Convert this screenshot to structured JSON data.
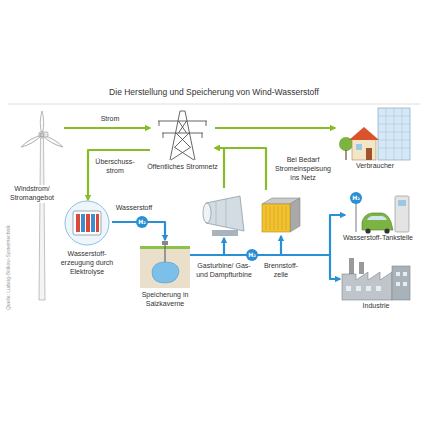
{
  "diagram": {
    "title": "Die Herstellung und Speicherung von Wind-Wasserstoff",
    "nodes": [
      {
        "text": [
          "Windstrom/ Stromangebot"
        ]
      },
      {
        "text": [
          "Öffentliches Stromnetz"
        ]
      },
      {
        "text": [
          "Verbraucher"
        ]
      },
      {
        "text": [
          "Wasserstoff- erzeugung durch Elektrolyse"
        ]
      },
      {
        "text": [
          "Speicherung in Salzkaverne"
        ]
      },
      {
        "text": [
          "Gasturbine/ Gas- und Dampfturbine"
        ]
      },
      {
        "text": [
          "Brennstoff- zelle"
        ]
      },
      {
        "text": [
          "Wasserstoff-Tankstelle"
        ]
      },
      {
        "text": [
          "Industrie"
        ]
      }
    ],
    "edges": [
      {
        "from": 0,
        "to": 1,
        "label": "Strom",
        "arrow": "to"
      },
      {
        "from": 1,
        "to": 2,
        "arrow": "to"
      },
      {
        "from": 1,
        "to": 3,
        "label": "Überschuss- strom",
        "arrow": "to"
      },
      {
        "from": 3,
        "to": 4,
        "label": "Wasserstoff",
        "arrow": "to"
      },
      {
        "from": 4,
        "to": 5,
        "arrow": "to"
      },
      {
        "from": 4,
        "to": 6,
        "arrow": "to"
      },
      {
        "from": 5,
        "to": 1,
        "arrow": "to"
      },
      {
        "from": 6,
        "to": 1,
        "arrow": "to"
      },
      {
        "from": 4,
        "to": 7,
        "arrow": "to"
      },
      {
        "from": 4,
        "to": 8,
        "arrow": "to"
      }
    ],
    "labels": [
      "H₂",
      "H₂",
      "H₂",
      "Bei Bedarf Stromeinspeisung ins Netz",
      "Quelle: Ludwig-Bölkow-Systemtechnik"
    ]
  }
}
